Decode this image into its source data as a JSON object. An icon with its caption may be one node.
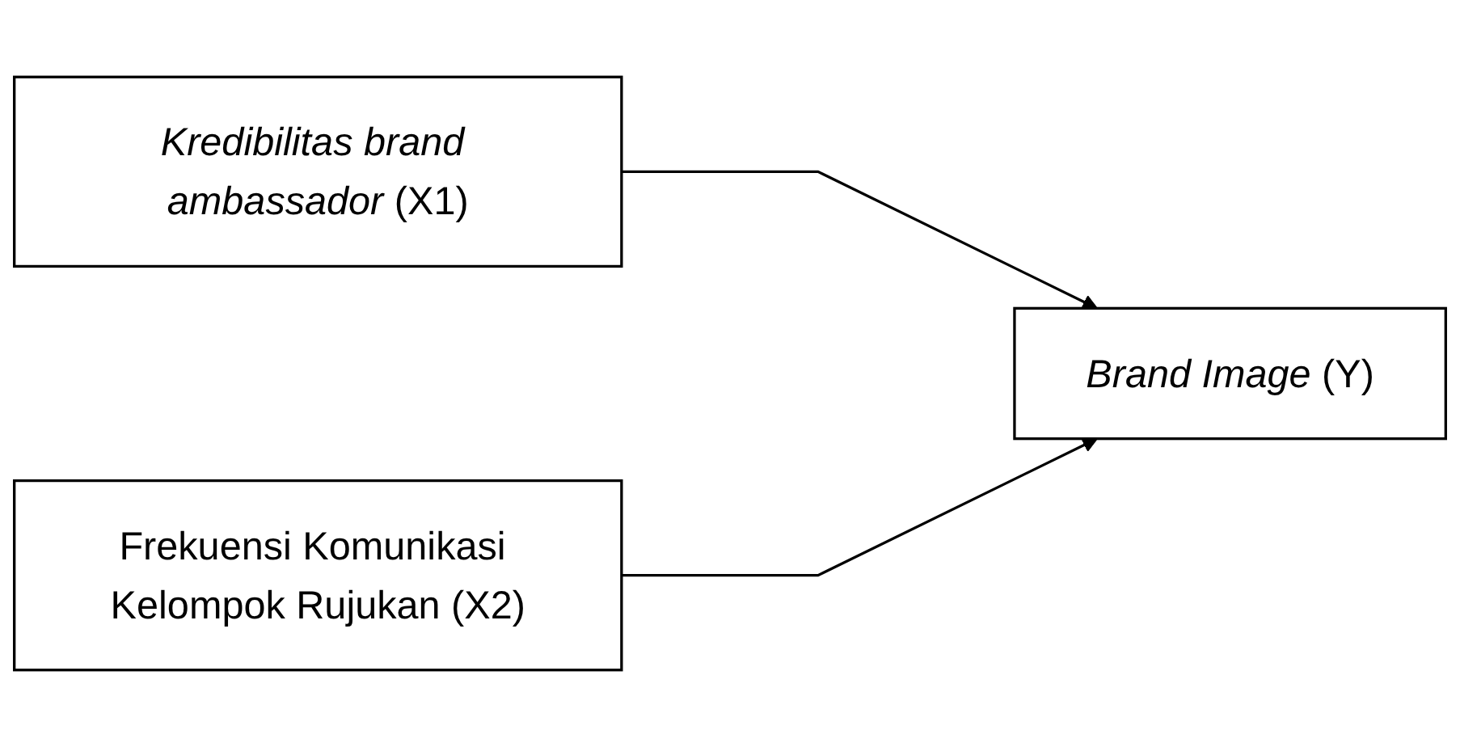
{
  "diagram": {
    "nodes": [
      {
        "text": [
          "*Kredibilitas brand ambassador* (X1)"
        ]
      },
      {
        "text": [
          "*Brand Image* (Y)"
        ]
      },
      {
        "text": [
          "Frekuensi Komunikasi Kelompok Rujukan (X2)"
        ]
      }
    ],
    "edges": [
      {
        "from": 0,
        "to": 1,
        "arrow": "to"
      },
      {
        "from": 2,
        "to": 1,
        "arrow": "to"
      }
    ]
  }
}
